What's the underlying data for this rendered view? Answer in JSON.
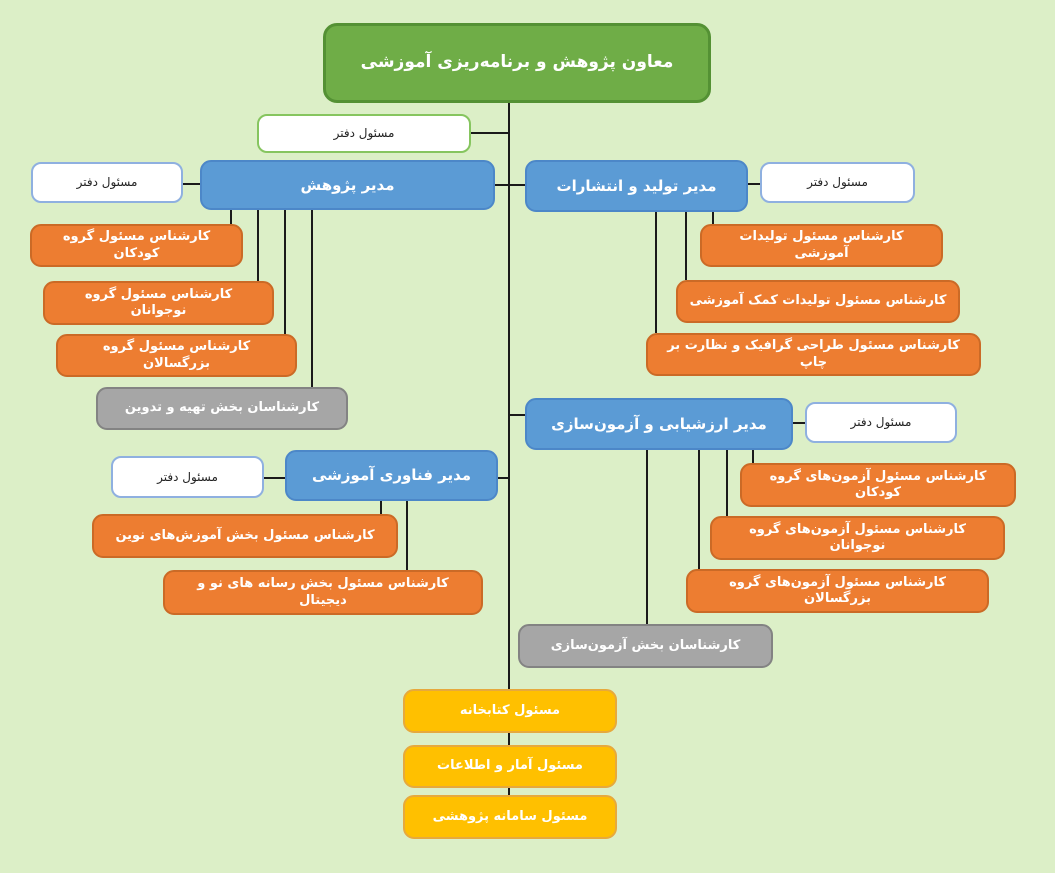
{
  "colors": {
    "background": "#dcefc7",
    "root_fill": "#6fad47",
    "root_border": "#549134",
    "manager_fill": "#5b9bd5",
    "manager_border": "#4c87c8",
    "expert_fill": "#ed7d31",
    "expert_border": "#cb6a26",
    "section_fill": "#a6a6a6",
    "section_border": "#838383",
    "unit_fill": "#ffc000",
    "unit_border": "#e6a93d",
    "office_fill": "#ffffff",
    "office_border_green": "#86c55f",
    "office_border_blue": "#8fb0e0",
    "connector": "#1a1a1a"
  },
  "org": {
    "root": {
      "label": "معاون پژوهش و برنامه‌ریزی آموزشی",
      "office_label": "مسئول دفتر"
    },
    "managers": {
      "research": {
        "label": "مدیر پژوهش",
        "office_label": "مسئول دفتر",
        "children": [
          "کارشناس مسئول گروه کودکان",
          "کارشناس مسئول گروه نوجوانان",
          "کارشناس مسئول گروه بزرگسالان",
          "کارشناسان بخش تهیه و تدوین"
        ]
      },
      "production": {
        "label": "مدیر تولید و انتشارات",
        "office_label": "مسئول دفتر",
        "children": [
          "کارشناس مسئول تولیدات آموزشی",
          "کارشناس مسئول تولیدات کمک آموزشی",
          "کارشناس مسئول طراحی گرافیک و نظارت بر چاپ"
        ]
      },
      "evaluation": {
        "label": "مدیر ارزشیابی و آزمون‌سازی",
        "office_label": "مسئول دفتر",
        "children": [
          "کارشناس مسئول آزمون‌های گروه کودکان",
          "کارشناس مسئول آزمون‌های گروه نوجوانان",
          "کارشناس مسئول آزمون‌های گروه بزرگسالان",
          "کارشناسان بخش آزمون‌سازی"
        ]
      },
      "technology": {
        "label": "مدیر فناوری آموزشی",
        "office_label": "مسئول دفتر",
        "children": [
          "کارشناس مسئول بخش آموزش‌های نوین",
          "کارشناس مسئول بخش رسانه های نو و دیجیتال"
        ]
      }
    },
    "staff_units": [
      "مسئول کتابخانه",
      "مسئول آمار و اطلاعات",
      "مسئول سامانه پژوهشی"
    ]
  }
}
